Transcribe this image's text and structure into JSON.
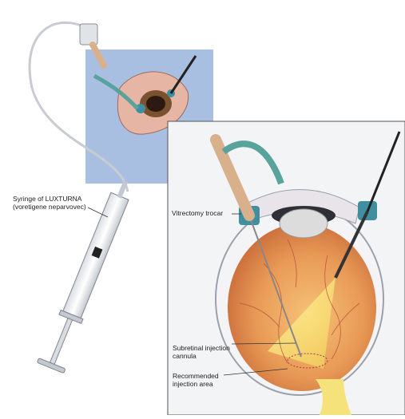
{
  "labels": {
    "syringe_line1": "Syringe of LUXTURNA",
    "syringe_line2": "(voretigene neparvovec)",
    "trocar": "Vitrectomy trocar",
    "cannula_line1": "Subretinal injection",
    "cannula_line2": "cannula",
    "area_line1": "Recommended",
    "area_line2": "injection area"
  },
  "colors": {
    "drape_blue": "#a9bfe2",
    "trocar_teal": "#3f8fa0",
    "tube_green": "#58a39c",
    "retina": "#e89a55",
    "light_beam": "#f7e65a"
  }
}
